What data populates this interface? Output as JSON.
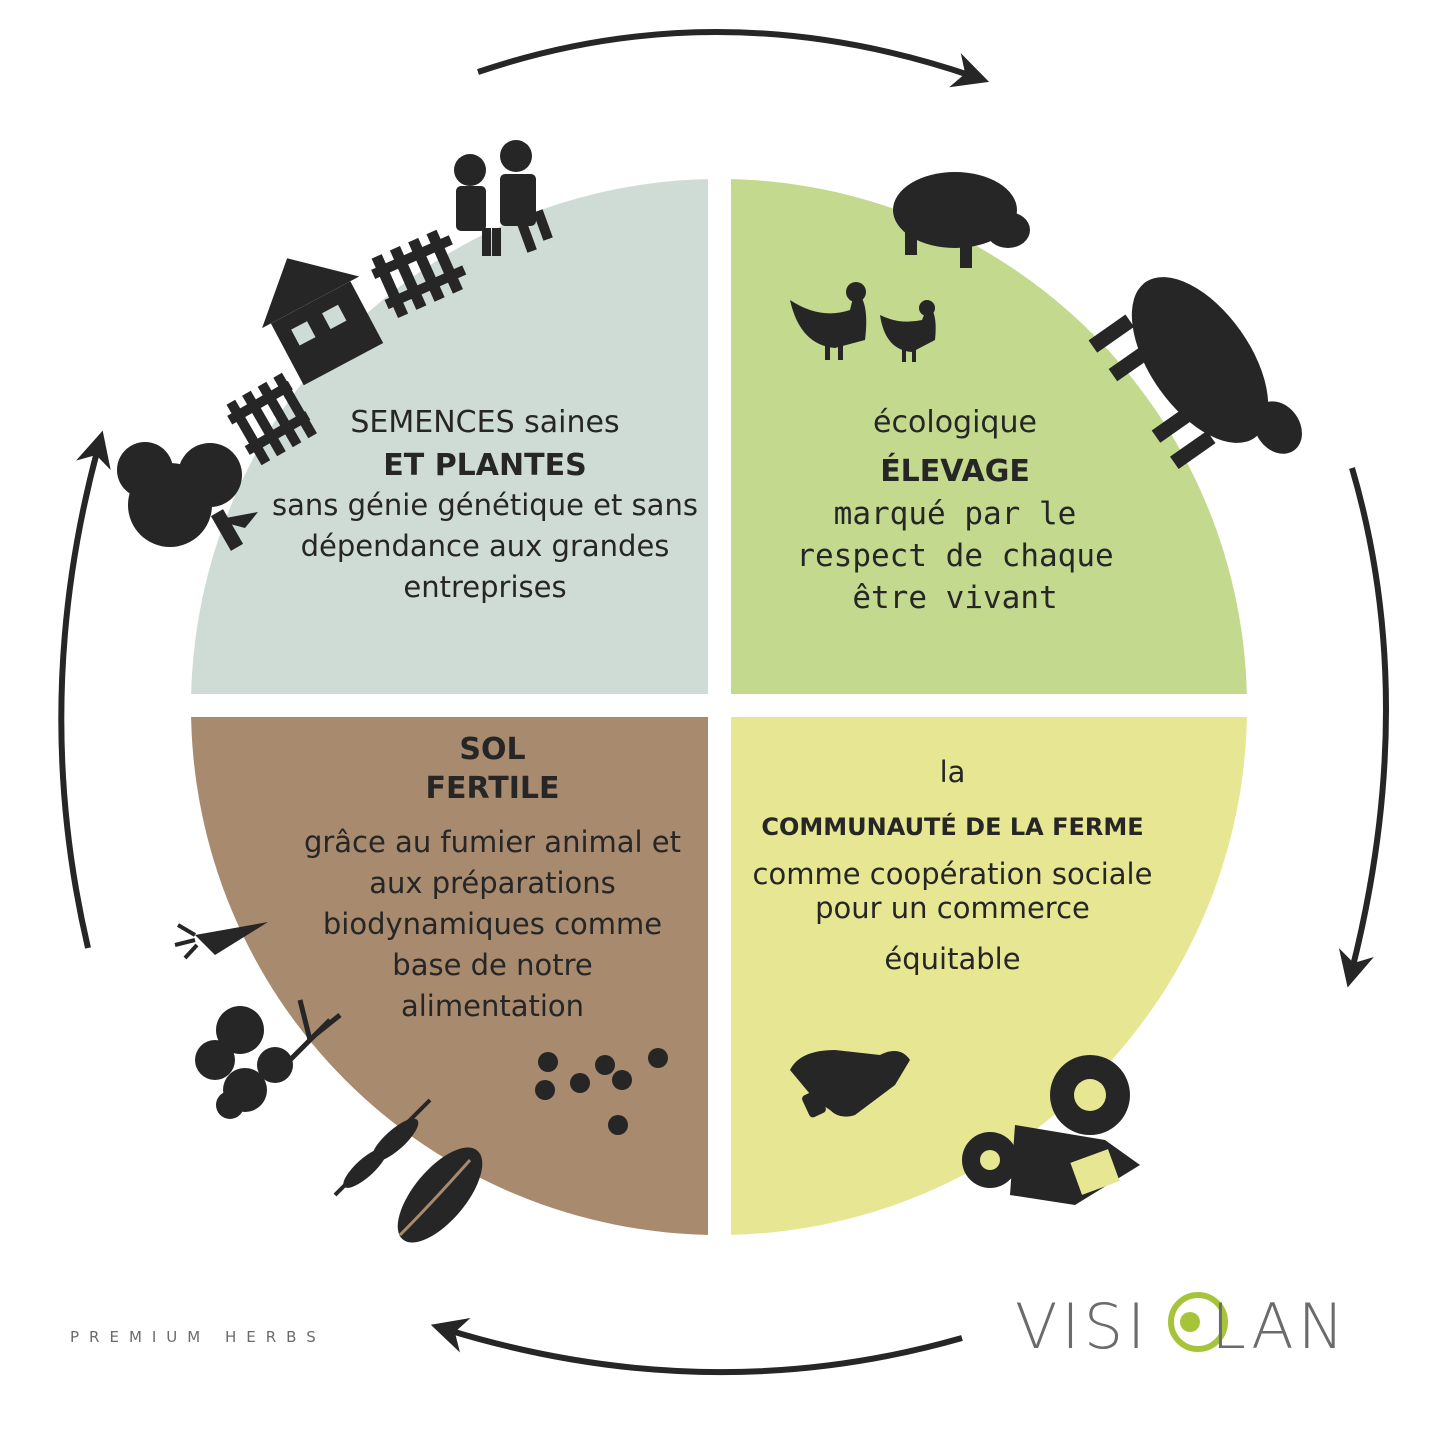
{
  "colors": {
    "q1": "#cfdcd6",
    "q2": "#c2d98e",
    "q3": "#a88a6e",
    "q4": "#e6e693",
    "icon": "#262626",
    "arrow": "#262626",
    "brand_green": "#a6c439",
    "brand_gray": "#6b6b6b"
  },
  "quadrants": {
    "q1": {
      "line1": "SEMENCES saines",
      "line2": "ET PLANTES",
      "body": [
        "sans génie génétique et sans",
        "dépendance aux grandes",
        "entreprises"
      ]
    },
    "q2": {
      "line1": "écologique",
      "line2": "ÉLEVAGE",
      "body": [
        "marqué par le",
        "respect de chaque",
        "être vivant"
      ]
    },
    "q3": {
      "line1": "SOL",
      "line2": "FERTILE",
      "body": [
        "grâce au fumier animal et",
        "aux préparations",
        "biodynamiques comme",
        "base de notre",
        "alimentation"
      ]
    },
    "q4": {
      "line1": "la",
      "line2": "COMMUNAUTÉ DE LA FERME",
      "body": [
        "comme coopération sociale",
        "pour un commerce",
        "équitable"
      ]
    }
  },
  "icons": [
    "tree-icon",
    "fence-icon",
    "farmhouse-icon",
    "farmers-icon",
    "pig-icon",
    "rooster-icon",
    "hen-icon",
    "cow-icon",
    "carrot-icon",
    "roots-tree-icon",
    "wheat-icon",
    "corn-icon",
    "seeds-icon",
    "handshake-icon",
    "tractor-icon"
  ],
  "brand": {
    "name_left": "VISI",
    "name_right": "LAN",
    "subtitle": "PREMIUM HERBS"
  }
}
